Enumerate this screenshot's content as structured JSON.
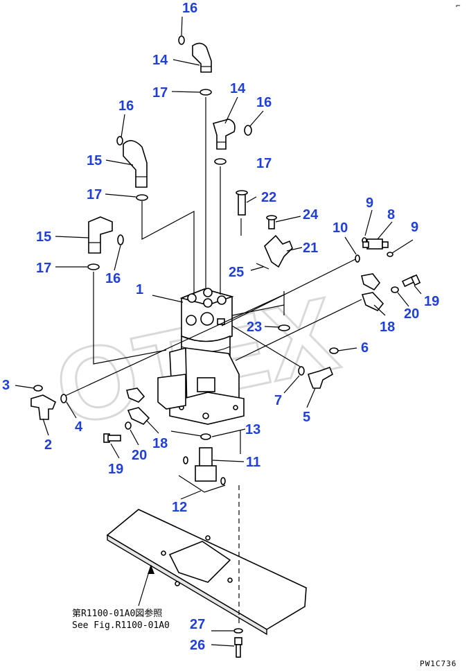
{
  "watermark": "OTEX",
  "reference_note": {
    "line1": "第R1100-01A0図参照",
    "line2": "See Fig.R1100-01A0"
  },
  "drawing_code": "PW1C736",
  "corner_mark": "⌐",
  "callouts": {
    "c1": "1",
    "c2": "2",
    "c3": "3",
    "c4": "4",
    "c5": "5",
    "c6": "6",
    "c7": "7",
    "c8": "8",
    "c9a": "9",
    "c9b": "9",
    "c10": "10",
    "c11": "11",
    "c12": "12",
    "c13": "13",
    "c14a": "14",
    "c14b": "14",
    "c15a": "15",
    "c15b": "15",
    "c16a": "16",
    "c16b": "16",
    "c16c": "16",
    "c16d": "16",
    "c17a": "17",
    "c17b": "17",
    "c17c": "17",
    "c17d": "17",
    "c18a": "18",
    "c18b": "18",
    "c19a": "19",
    "c19b": "19",
    "c20a": "20",
    "c20b": "20",
    "c21": "21",
    "c22": "22",
    "c23": "23",
    "c24": "24",
    "c25": "25",
    "c26": "26",
    "c27": "27"
  }
}
